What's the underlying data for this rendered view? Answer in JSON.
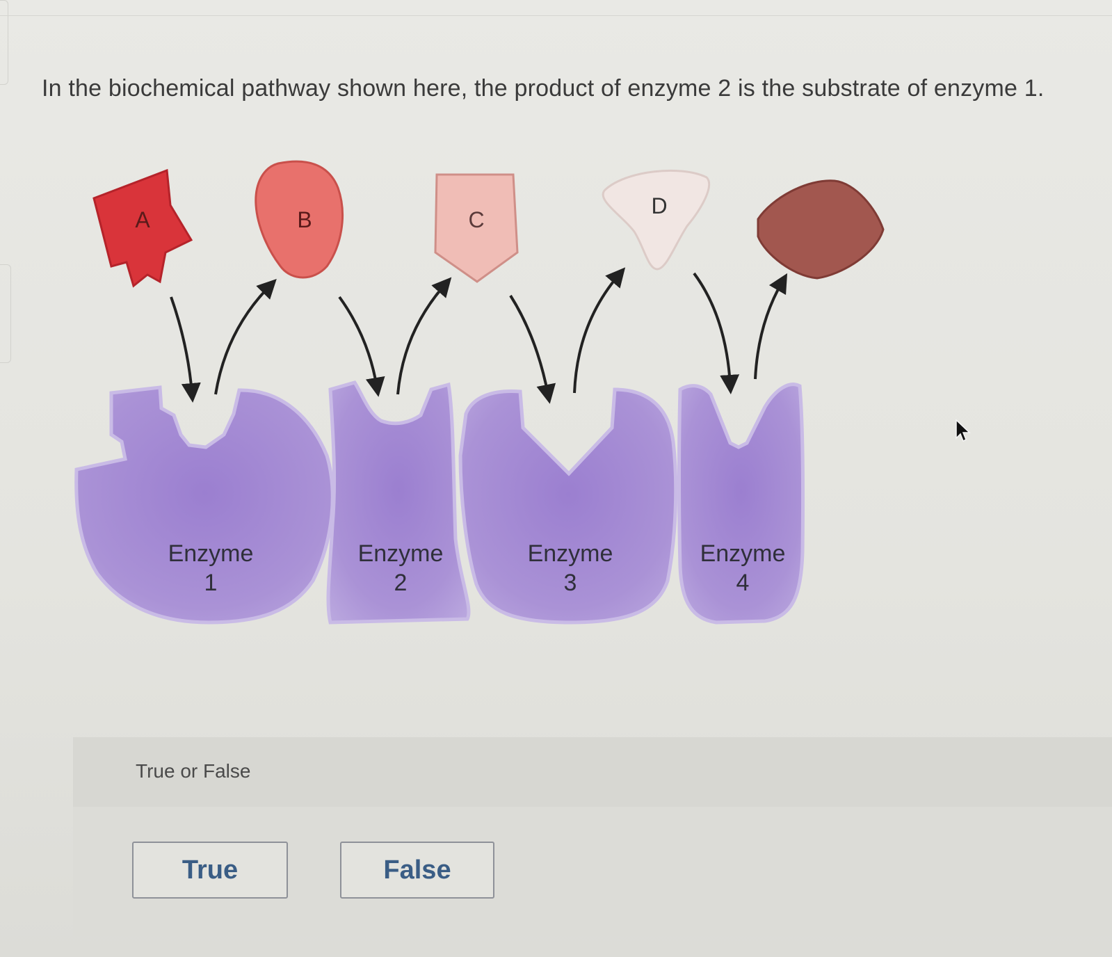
{
  "question": {
    "text": "In the biochemical pathway shown here, the product of enzyme 2 is the substrate of enzyme 1."
  },
  "diagram": {
    "molecules": [
      {
        "label": "A",
        "color": "#d9343a"
      },
      {
        "label": "B",
        "color": "#e8716c"
      },
      {
        "label": "C",
        "color": "#f0bdb6"
      },
      {
        "label": "D",
        "color": "#f1e6e3"
      },
      {
        "label": "",
        "color": "#a2574f"
      }
    ],
    "enzymes": [
      {
        "name": "Enzyme",
        "number": "1"
      },
      {
        "name": "Enzyme",
        "number": "2"
      },
      {
        "name": "Enzyme",
        "number": "3"
      },
      {
        "name": "Enzyme",
        "number": "4"
      }
    ],
    "enzyme_color": "#a98fd4"
  },
  "answer": {
    "prompt": "True or False",
    "options": [
      {
        "label": "True"
      },
      {
        "label": "False"
      }
    ],
    "button_text_color": "#3a5d85"
  }
}
